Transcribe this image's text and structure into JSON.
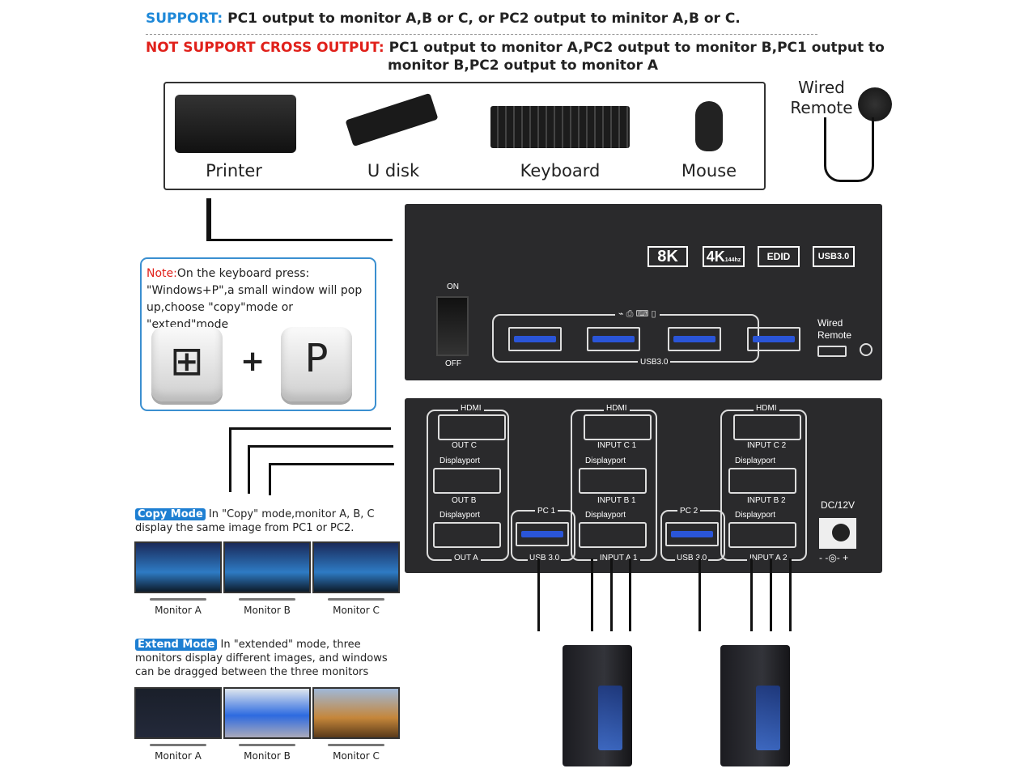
{
  "support": {
    "label": "SUPPORT:",
    "text": "PC1 output to monitor A,B or C, or PC2 output to minitor A,B or C."
  },
  "not_support": {
    "label": "NOT SUPPORT CROSS OUTPUT:",
    "text1": "PC1 output to monitor A,PC2 output to monitor B,PC1 output to",
    "text2": "monitor B,PC2 output to monitor A"
  },
  "peripherals": [
    "Printer",
    "U disk",
    "Keyboard",
    "Mouse"
  ],
  "wired_remote": "Wired Remote",
  "front": {
    "badges": [
      "8K",
      "4K",
      "144hz",
      "EDID",
      "USB3.0"
    ],
    "on": "ON",
    "off": "OFF",
    "usb_label": "USB3.0",
    "wired_remote": [
      "Wired",
      "Remote"
    ]
  },
  "note": {
    "label": "Note:",
    "text": "On the keyboard press: \"Windows+P\",a small window will pop up,choose \"copy\"mode or \"extend\"mode",
    "plus": "+",
    "key_p": "P"
  },
  "back": {
    "hdmi": "HDMI",
    "dp": "Displayport",
    "out": [
      "OUT C",
      "OUT B",
      "OUT A"
    ],
    "pc1": [
      "INPUT C 1",
      "INPUT B 1",
      "INPUT A 1"
    ],
    "pc2": [
      "INPUT C 2",
      "INPUT B 2",
      "INPUT A 2"
    ],
    "pc1_label": "PC 1",
    "pc2_label": "PC 2",
    "usb30": "USB 3.0",
    "dc": "DC/12V",
    "polarity": "- -◎- +"
  },
  "copy_mode": {
    "badge": "Copy Mode",
    "text": "In \"Copy\" mode,monitor A, B, C display the same image from PC1 or PC2.",
    "monitors": [
      "Monitor A",
      "Monitor B",
      "Monitor C"
    ]
  },
  "extend_mode": {
    "badge": "Extend Mode",
    "text": "In \"extended\" mode, three monitors display different images, and windows can be dragged between the three monitors",
    "monitors": [
      "Monitor A",
      "Monitor B",
      "Monitor C"
    ]
  }
}
